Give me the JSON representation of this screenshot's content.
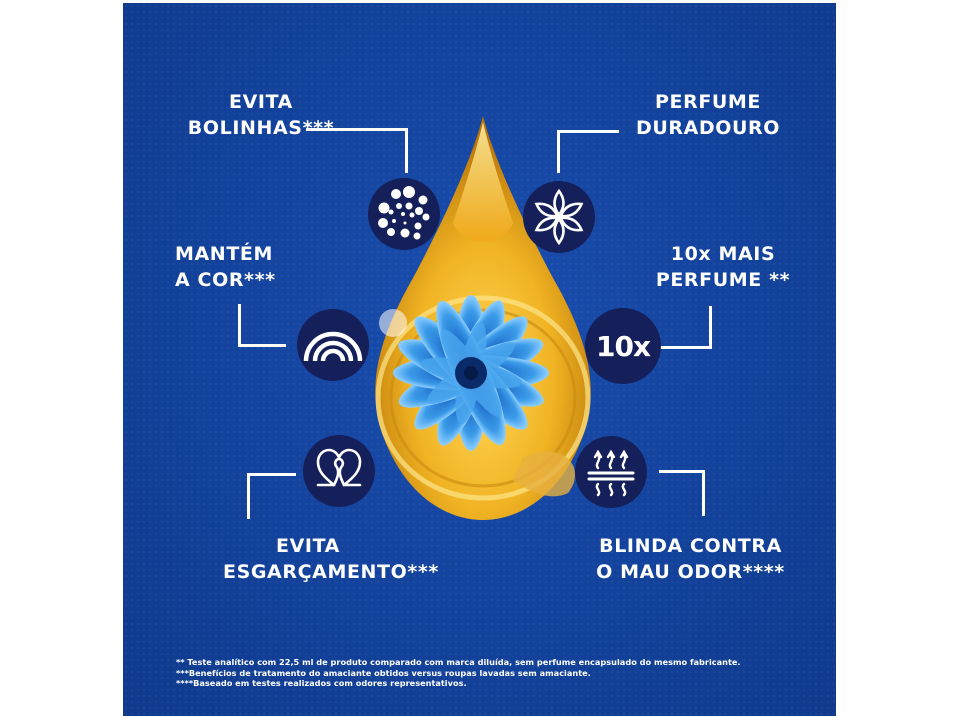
{
  "benefits": [
    {
      "id": "pilling",
      "line1": "EVITA",
      "line2": "BOLINHAS***",
      "icon": "dots-circle-icon"
    },
    {
      "id": "perfume-lasting",
      "line1": "PERFUME",
      "line2": "DURADOURO",
      "icon": "flower-icon"
    },
    {
      "id": "color",
      "line1": "MANTÉM",
      "line2": "A COR***",
      "icon": "rainbow-icon"
    },
    {
      "id": "more-perfume",
      "line1": "10x MAIS",
      "line2": "PERFUME **",
      "icon": "ten-x-icon",
      "badge_text": "10x"
    },
    {
      "id": "fraying",
      "line1": "EVITA",
      "line2": "ESGARÇAMENTO***",
      "icon": "heart-thread-icon"
    },
    {
      "id": "odor",
      "line1": "BLINDA CONTRA",
      "line2": "O MAU ODOR****",
      "icon": "odor-shield-icon"
    }
  ],
  "footnotes": [
    "** Teste analítico com 22,5 ml de produto comparado com marca diluída, sem perfume encapsulado do mesmo fabricante.",
    "***Benefícios de tratamento do amaciante obtidos versus roupas lavadas sem amaciante.",
    "****Baseado em testes realizados com odores representativos."
  ],
  "colors": {
    "background_blue": "#14449f",
    "badge_navy": "#15205a",
    "drop_gold": "#e8a817",
    "flower_blue": "#2f8fe0",
    "text": "#ffffff"
  }
}
